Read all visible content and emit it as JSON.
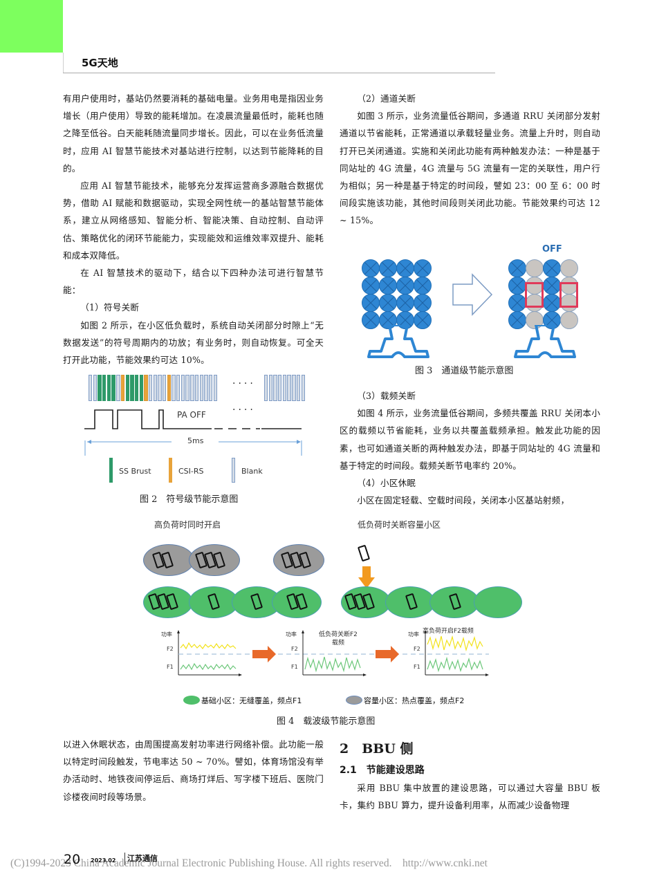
{
  "header": {
    "section_name": "5G天地",
    "corner_color": "#7dff5e"
  },
  "left_column": {
    "paragraphs": [
      "有用户使用时，基站仍然要消耗的基础电量。业务用电是指因业务增长（用户使用）导致的能耗增加。在凌晨流量最低时，能耗也随之降至低谷。白天能耗随流量同步增长。因此，可以在业务低流量时，应用 AI 智慧节能技术对基站进行控制，以达到节能降耗的目的。",
      "应用 AI 智慧节能技术，能够充分发挥运营商多源融合数据优势，借助 AI 赋能和数据驱动，实现全网性统一的基站智慧节能体系，建立从网络感知、智能分析、智能决策、自动控制、自动评估、策略优化的闭环节能能力，实现能效和运维效率双提升、能耗和成本双降低。",
      "在 AI 智慧技术的驱动下，结合以下四种办法可进行智慧节能：",
      "（1）符号关断",
      "如图 2 所示，在小区低负载时，系统自动关闭部分时隙上“无数据发送”的符号周期内的功放；有业务时，则自动恢复。可全天打开此功能，节能效果约可达 10%。"
    ]
  },
  "right_column": {
    "paragraphs": [
      "（2）通道关断",
      "如图 3 所示，业务流量低谷期间，多通道 RRU 关闭部分发射通道以节省能耗，正常通道以承载轻量业务。流量上升时，则自动打开已关闭通道。实施和关闭此功能有两种触发办法：一种是基于同站址的 4G 流量，4G 流量与 5G 流量有一定的关联性，用户行为相似；另一种是基于特定的时间段，譬如 23：00 至 6：00 时间段实施该功能，其他时间段则关闭此功能。节能效果约可达 12 ~ 15%。"
    ],
    "after_fig3": [
      "（3）载频关断",
      "如图 4 所示，业务流量低谷期间，多频共覆盖 RRU 关闭本小区的载频以节省能耗，业务以共覆盖载频承担。触发此功能的因素，也可如通道关断的两种触发办法，即基于同站址的 4G 流量和基于特定的时间段。载频关断节电率约 20%。",
      "（4）小区休眠",
      "小区在固定轻载、空载时间段，关闭本小区基站射频，"
    ]
  },
  "figure2": {
    "caption": "图 2　符号级节能示意图",
    "symbol_sequence": [
      "b",
      "b",
      "g",
      "g",
      "g",
      "g",
      "b",
      "o",
      "g",
      "g",
      "g",
      "g",
      "o",
      "b",
      "b",
      "b",
      "b",
      "o",
      "b",
      "b",
      "b",
      "b",
      "b",
      "b",
      "b",
      "b",
      "b",
      "b"
    ],
    "right_group_count": 9,
    "ellipsis": "····",
    "pa_off_label": "PA OFF",
    "duration_label": "5ms",
    "legend": [
      {
        "label": "SS Brust",
        "color": "#2e9a69"
      },
      {
        "label": "CSI-RS",
        "color": "#e8a33a"
      },
      {
        "label": "Blank",
        "color": "#d4dce7"
      }
    ]
  },
  "figure3": {
    "caption": "图 3　通道级节能示意图",
    "off_label": "OFF",
    "before_grid": [
      [
        1,
        1,
        1,
        1
      ],
      [
        1,
        1,
        1,
        1
      ],
      [
        1,
        1,
        1,
        1
      ],
      [
        1,
        1,
        1,
        1
      ]
    ],
    "after_grid": [
      [
        1,
        0,
        1,
        0
      ],
      [
        1,
        0,
        1,
        0
      ],
      [
        1,
        0,
        1,
        0
      ],
      [
        1,
        0,
        1,
        0
      ]
    ],
    "active_color": "#2e86d3",
    "off_color": "#c9c5c1",
    "highlight_color": "#e03a5a"
  },
  "figure4": {
    "caption": "图 4　载波级节能示意图",
    "left_title": "高负荷时同时开启",
    "right_title": "低负荷时关断容量小区",
    "chart_titles": [
      "",
      "低负荷关断F2\n载频",
      "高负荷开启F2载频"
    ],
    "y_axis_label": "功率",
    "f2_label": "F2",
    "f1_label": "F1",
    "legend": [
      {
        "label": "基础小区：无缝覆盖，频点F1",
        "color": "#4fbf6a"
      },
      {
        "label": "容量小区：热点覆盖，频点F2",
        "color": "#9b9b9b"
      }
    ],
    "arrow_color": "#e8692a",
    "f2_line_color": "#f2e21a",
    "f1_line_color": "#6cc77a"
  },
  "bottom_left": {
    "paragraph": "以进入休眠状态，由周围提高发射功率进行网络补偿。此功能一般以特定时间段触发，节电率达 50 ~ 70%。譬如，体育场馆没有举办活动时、地铁夜间停运后、商场打烊后、写字楼下班后、医院门诊楼夜间时段等场景。"
  },
  "section": {
    "h1": "2　BBU 侧",
    "h2": "2.1　节能建设思路",
    "paragraph": "采用 BBU 集中放置的建设思路，可以通过大容量 BBU 板卡，集约 BBU 算力，提升设备利用率，从而减少设备物理"
  },
  "footer": {
    "page_number": "20",
    "issue": "2023.02",
    "journal": "江苏通信",
    "copyright": "(C)1994-2023 China Academic Journal Electronic Publishing House. All rights reserved.    http://www.cnki.net"
  }
}
